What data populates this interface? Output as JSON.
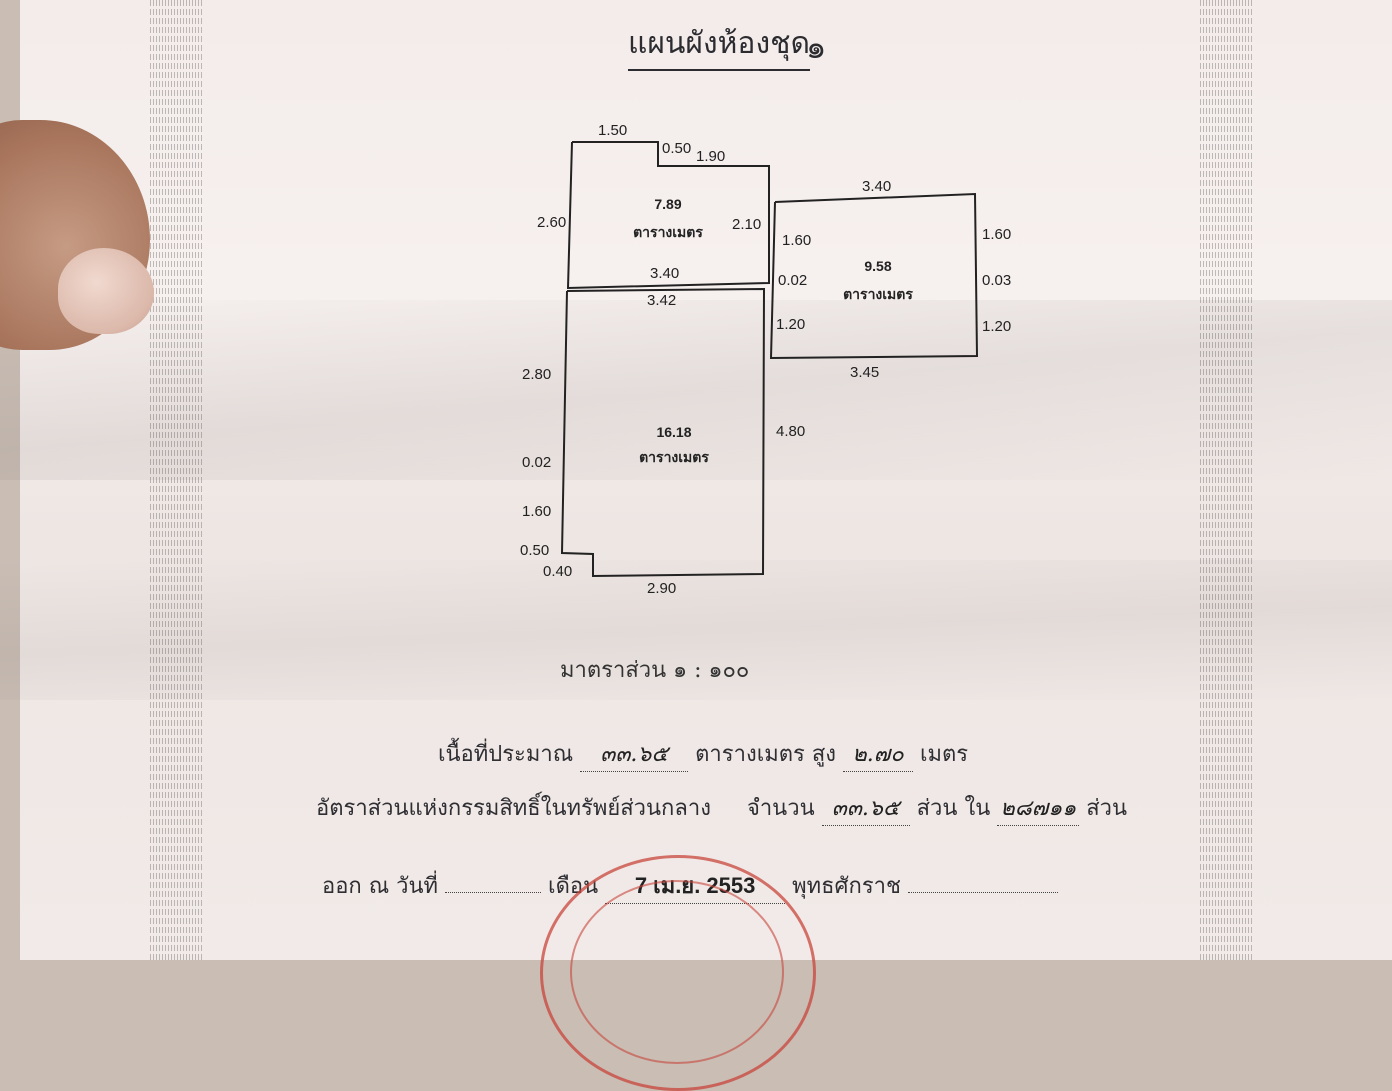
{
  "title": "แผนผังห้องชุด",
  "title_number": "๑",
  "rooms": [
    {
      "area": "7.89",
      "unit": "ตารางเมตร"
    },
    {
      "area": "9.58",
      "unit": "ตารางเมตร"
    },
    {
      "area": "16.18",
      "unit": "ตารางเมตร"
    }
  ],
  "dimensions": {
    "r1_top_left": "1.50",
    "r1_step": "0.50",
    "r1_top_right": "1.90",
    "r1_left": "2.60",
    "r1_right": "2.10",
    "r1_bottom": "3.40",
    "r2_top": "3.40",
    "r2_left_top": "1.60",
    "r2_left_mid": "0.02",
    "r2_left_bot": "1.20",
    "r2_right_top": "1.60",
    "r2_right_mid": "0.03",
    "r2_right_bot": "1.20",
    "r2_bottom": "3.45",
    "r3_top": "3.42",
    "r3_left_top": "2.80",
    "r3_left_mid": "0.02",
    "r3_left_low": "1.60",
    "r3_step_v": "0.50",
    "r3_step_h": "0.40",
    "r3_right": "4.80",
    "r3_bottom": "2.90"
  },
  "scale_text": "มาตราส่วน ๑ : ๑๐๐",
  "form": {
    "area_label": "เนื้อที่ประมาณ",
    "area_value": "๓๓.๖๕",
    "area_unit": "ตารางเมตร",
    "height_label": "สูง",
    "height_value": "๒.๗๐",
    "height_unit": "เมตร",
    "ratio_label": "อัตราส่วนแห่งกรรมสิทธิ์ในทรัพย์ส่วนกลาง",
    "count_label": "จำนวน",
    "ratio_value": "๓๓.๖๕",
    "part_label": "ส่วน",
    "in_label": "ใน",
    "total_value": "๒๘๗๑๑",
    "part_label2": "ส่วน",
    "issued_label": "ออก ณ วันที่",
    "month_label": "เดือน",
    "date_value": "7 เม.ย. 2553",
    "era_label": "พุทธศักราช"
  },
  "colors": {
    "ink": "#222222",
    "stamp": "#c8463c",
    "paper": "#f3ecea"
  }
}
